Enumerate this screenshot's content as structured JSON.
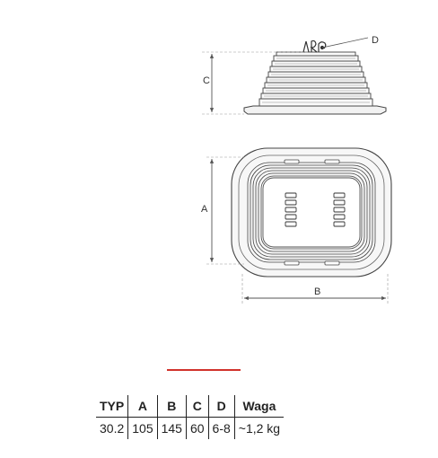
{
  "drawing": {
    "side_view": {
      "label_c": "C",
      "label_d": "D"
    },
    "top_view": {
      "label_a": "A",
      "label_b": "B"
    },
    "accent_color": "#d1322b"
  },
  "spec_table": {
    "headers": [
      "TYP",
      "A",
      "B",
      "C",
      "D",
      "Waga"
    ],
    "row": [
      "30.2",
      "105",
      "145",
      "60",
      "6-8",
      "~1,2 kg"
    ]
  }
}
